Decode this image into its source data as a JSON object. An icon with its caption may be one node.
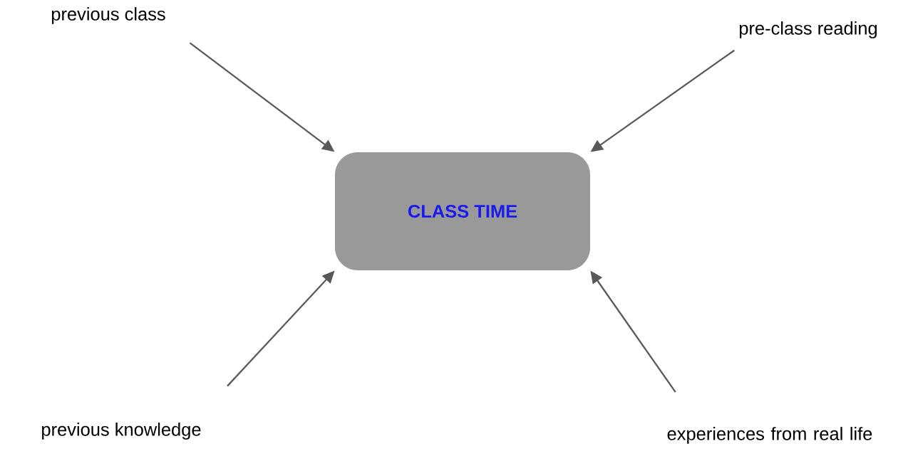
{
  "diagram": {
    "nodes": [
      {
        "text": [
          "CLASS TIME"
        ]
      },
      {
        "text": [
          "previous class"
        ]
      },
      {
        "text": [
          "pre-class reading"
        ]
      },
      {
        "text": [
          "previous knowledge"
        ]
      },
      {
        "text": [
          "experiences from real life"
        ]
      }
    ],
    "edges": [
      {
        "from": 1,
        "to": 0,
        "arrow": "to"
      },
      {
        "from": 2,
        "to": 0,
        "arrow": "to"
      },
      {
        "from": 3,
        "to": 0,
        "arrow": "to"
      },
      {
        "from": 4,
        "to": 0,
        "arrow": "to"
      }
    ]
  }
}
